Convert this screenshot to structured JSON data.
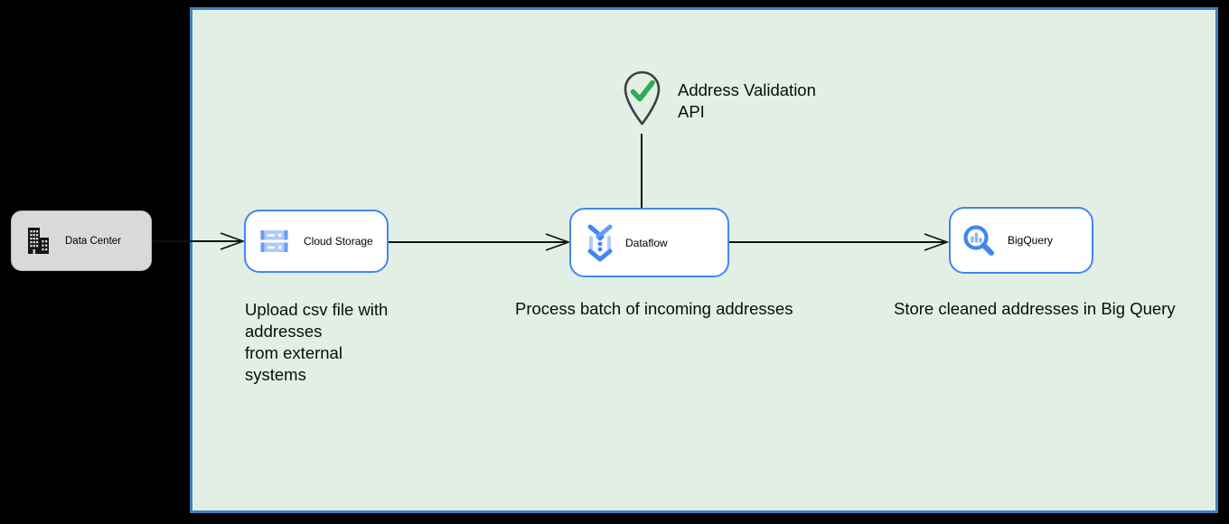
{
  "diagram": {
    "zone_bg": "#e2efe5",
    "zone_border": "#4080bf",
    "node_border": "#4285f4",
    "arrow_color": "#111111",
    "check_green": "#34a853"
  },
  "nodes": {
    "data_center": {
      "label": "Data Center"
    },
    "cloud_storage": {
      "label": "Cloud Storage",
      "caption": "Upload csv file with\naddresses\nfrom external\nsystems"
    },
    "dataflow": {
      "label": "Dataflow",
      "caption": "Process batch of incoming addresses"
    },
    "bigquery": {
      "label": "BigQuery",
      "caption": "Store cleaned addresses in Big Query"
    },
    "address_validation": {
      "label": "Address Validation\nAPI"
    }
  }
}
